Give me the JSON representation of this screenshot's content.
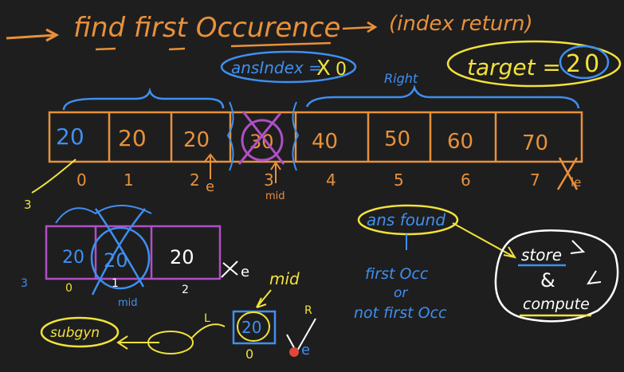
{
  "title": "find first Occurence",
  "title_note": "(index return)",
  "ans_index_label": "ansIndex = ",
  "ans_index_values": [
    "X",
    "0"
  ],
  "target_label": "target = ",
  "target_value": "20",
  "right_label": "Right",
  "array_values": [
    "20",
    "20",
    "20",
    "30",
    "40",
    "50",
    "60",
    "70"
  ],
  "array_indices": [
    "0",
    "1",
    "2",
    "3",
    "4",
    "5",
    "6",
    "7"
  ],
  "marker_e": "e",
  "marker_mid": "mid",
  "marker_le": "le",
  "misc_3": "3",
  "sub_array_values": [
    "20",
    "20",
    "20"
  ],
  "sub_array_indices": [
    "0",
    "1",
    "2"
  ],
  "sub_marker_e": "e",
  "sub_marker_mid": "mid",
  "sub_marker_mid_top": "mid",
  "sub_misc_3": "3",
  "bottom_sub_word": "subgyn",
  "bottom_box_value": "20",
  "bottom_box_index": "0",
  "bottom_e": "e",
  "bottom_L": "L",
  "bottom_R": "R",
  "ans_found": "ans found",
  "first_occ": "first Occ",
  "or_text": "or",
  "not_first_occ": "not first Occ",
  "store_text": "store",
  "and_text": "&",
  "compute_text": "compute",
  "colors": {
    "background": "#1e1e1f",
    "orange": "#e8913a",
    "blue": "#3f8ff0",
    "yellow": "#f2e23a",
    "purple": "#b04fc6",
    "white": "#ffffff",
    "red": "#e0463a"
  }
}
